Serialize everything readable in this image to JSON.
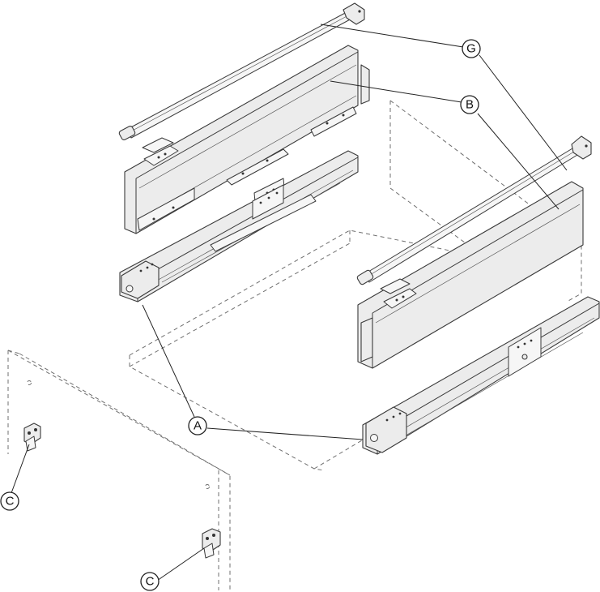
{
  "callouts": {
    "G": "G",
    "B": "B",
    "A": "A",
    "C_left": "C",
    "C_bottom": "C"
  }
}
